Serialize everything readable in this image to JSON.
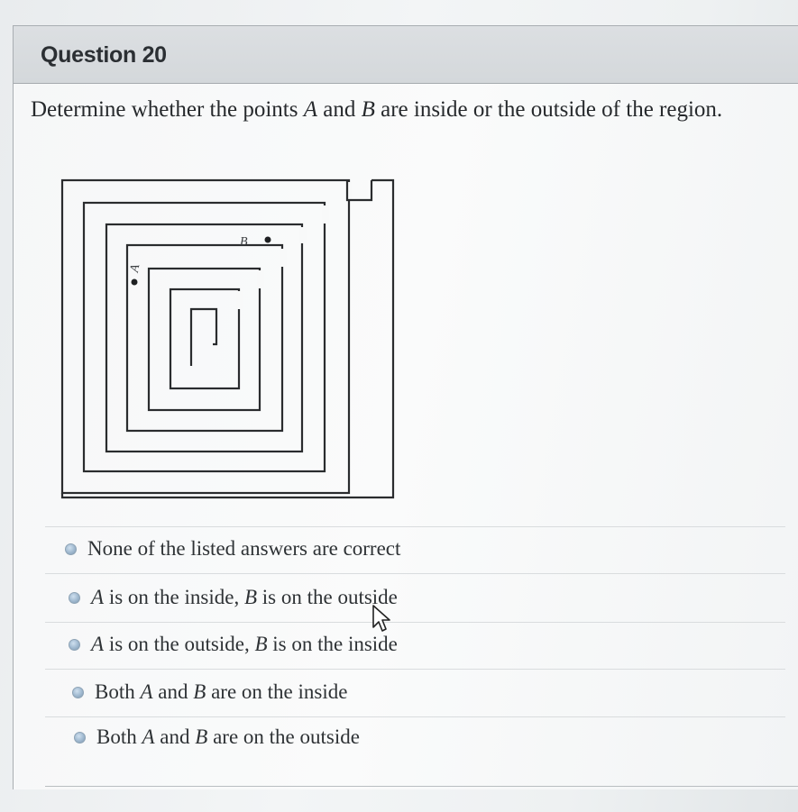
{
  "question": {
    "title": "Question 20",
    "prompt_before_a": "Determine whether the points ",
    "point_a": "A",
    "prompt_and": " and ",
    "point_b": "B",
    "prompt_after_b": " are inside or the outside of the region."
  },
  "figure": {
    "label_a": "A",
    "label_b": "B"
  },
  "answers": [
    {
      "parts": [
        "None of the listed answers are correct"
      ]
    },
    {
      "parts": [
        "A",
        " is on the inside, ",
        "B",
        " is on the outside"
      ]
    },
    {
      "parts": [
        "A",
        " is on the outside, ",
        "B",
        " is on the inside"
      ]
    },
    {
      "parts": [
        "Both ",
        "A",
        " and ",
        "B",
        " are on the inside"
      ]
    },
    {
      "parts": [
        "Both ",
        "A",
        " and ",
        "B",
        " are on the outside"
      ]
    }
  ],
  "colors": {
    "header_bg": "#d6dadd",
    "radio": "#9fb8cf",
    "spiral_stroke": "#2a2c2e"
  },
  "icons": [
    "radio-icon",
    "mouse-pointer-icon"
  ]
}
